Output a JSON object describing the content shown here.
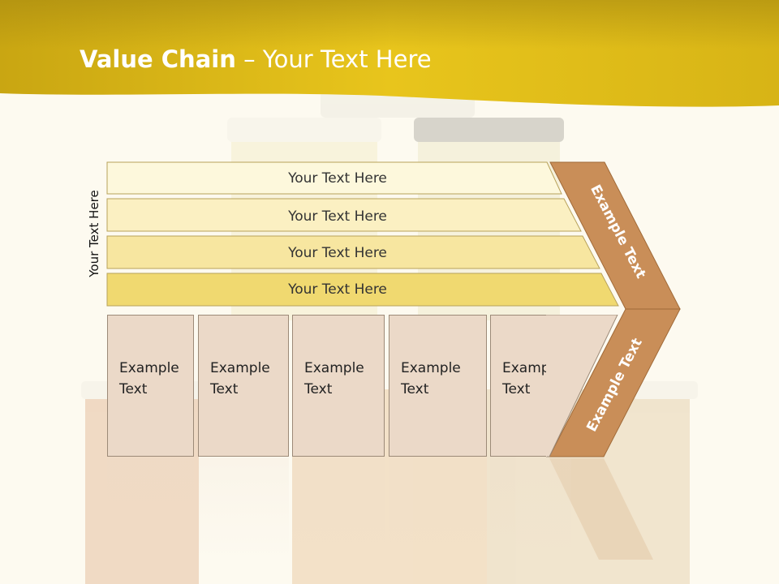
{
  "title": {
    "bold": "Value Chain",
    "rest": " – Your Text Here"
  },
  "side_label": "Your Text Here",
  "bars": [
    {
      "label": "Your Text Here",
      "color": "#fdf8dc"
    },
    {
      "label": "Your Text Here",
      "color": "#fbf0c2"
    },
    {
      "label": "Your Text Here",
      "color": "#f7e6a0"
    },
    {
      "label": "Your Text Here",
      "color": "#f0d970"
    }
  ],
  "boxes": [
    {
      "line1": "Example",
      "line2": "Text"
    },
    {
      "line1": "Example",
      "line2": "Text"
    },
    {
      "line1": "Example",
      "line2": "Text"
    },
    {
      "line1": "Example",
      "line2": "Text"
    },
    {
      "line1": "Example",
      "line2": "Text"
    }
  ],
  "chevron": {
    "upper": "Example Text",
    "lower": "Example Text",
    "color": "#c98e58"
  },
  "header_color": "#e0bc22"
}
